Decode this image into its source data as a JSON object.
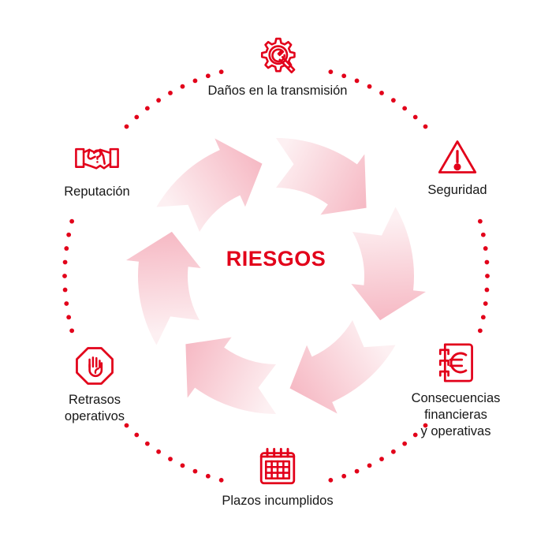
{
  "diagram": {
    "type": "cycle-diagram",
    "center_label": "RIESGOS",
    "accent_color": "#e2001a",
    "text_color": "#171717",
    "ring_color_light": "#fdf0f2",
    "ring_color_dark": "#f6b9c4",
    "background": "#ffffff",
    "dotted_circle": {
      "color": "#e2001a",
      "dot_count": 96,
      "radius": 268
    },
    "ring": {
      "segment_count": 6,
      "direction": "clockwise",
      "inner_radius": 112,
      "outer_radius": 175
    },
    "nodes": [
      {
        "id": "transmission",
        "label": "Daños en la transmisión",
        "icon": "gear-wrench-icon",
        "angle_deg": 90
      },
      {
        "id": "seguridad",
        "label": "Seguridad",
        "icon": "warning-triangle-icon",
        "angle_deg": 30
      },
      {
        "id": "financieras",
        "label": "Consecuencias\nfinancieras\ny operativas",
        "icon": "euro-notebook-icon",
        "angle_deg": -30
      },
      {
        "id": "plazos",
        "label": "Plazos incumplidos",
        "icon": "calendar-icon",
        "angle_deg": -90
      },
      {
        "id": "retrasos",
        "label": "Retrasos\noperativos",
        "icon": "stop-hand-icon",
        "angle_deg": -150
      },
      {
        "id": "reputacion",
        "label": "Reputación",
        "icon": "handshake-question-icon",
        "angle_deg": 150
      }
    ]
  }
}
